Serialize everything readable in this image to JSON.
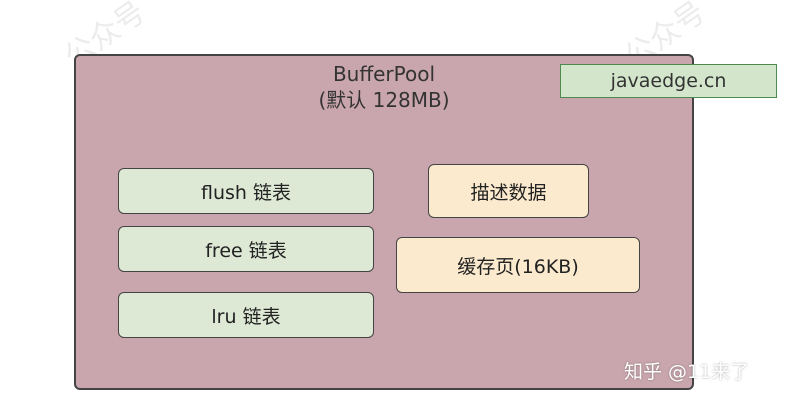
{
  "watermarks": {
    "left": "公众号",
    "right": "公众号"
  },
  "buffer_pool": {
    "title": "BufferPool",
    "subtitle": "(默认 128MB)"
  },
  "tag": {
    "text": "javaedge.cn"
  },
  "lists": [
    {
      "label": "flush 链表"
    },
    {
      "label": "free 链表"
    },
    {
      "label": "lru 链表"
    }
  ],
  "blocks": {
    "descriptor": "描述数据",
    "cache_page": "缓存页(16KB)"
  },
  "credit": {
    "text": "知乎 @11来了"
  },
  "colors": {
    "pool_fill": "#c9a6ae",
    "list_fill": "#dde8d5",
    "block_fill": "#fbeacd",
    "tag_fill": "#d3e6cc",
    "tag_border": "#4d8a50"
  }
}
